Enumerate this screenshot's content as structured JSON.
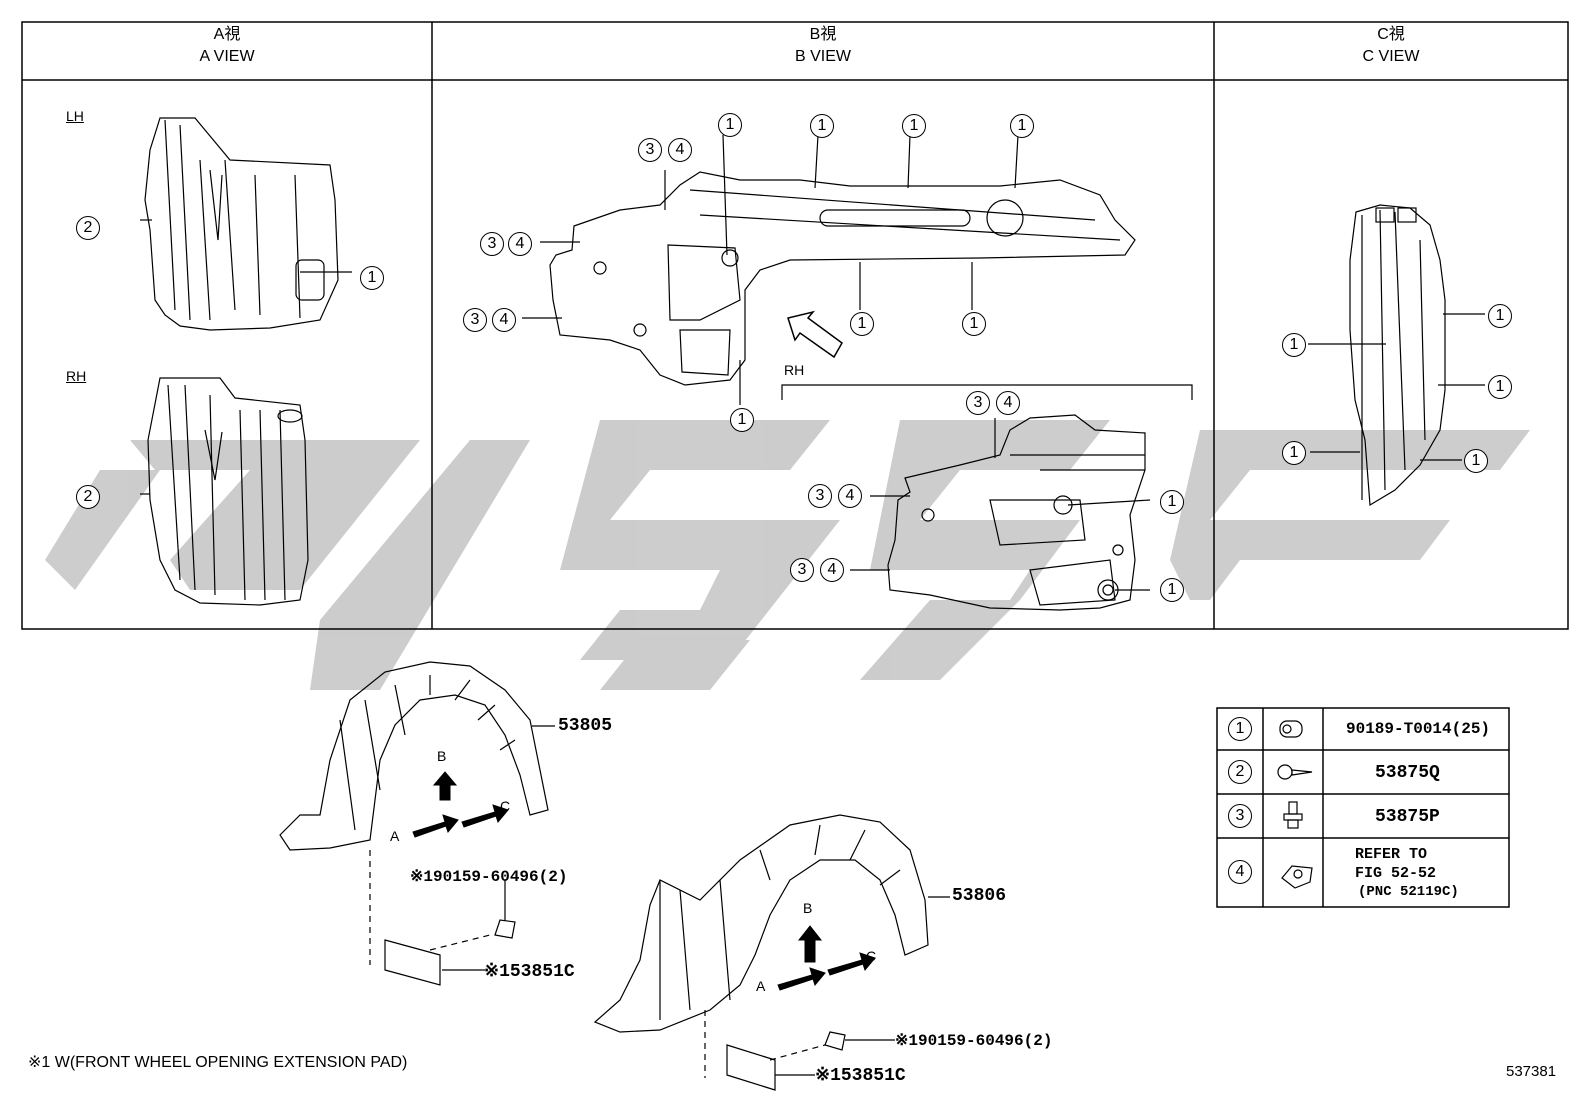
{
  "views": {
    "a": {
      "title_ja": "A視",
      "title_en": "A VIEW",
      "lh": "LH",
      "rh": "RH"
    },
    "b": {
      "title_ja": "B視",
      "title_en": "B VIEW",
      "rh": "RH"
    },
    "c": {
      "title_ja": "C視",
      "title_en": "C VIEW"
    }
  },
  "callouts": {
    "one": "1",
    "two": "2",
    "three": "3",
    "four": "4"
  },
  "parts": {
    "liner_lh": "53805",
    "liner_rh": "53806",
    "bolt_upper": "※190159-60496(2)",
    "pad_upper": "※153851C",
    "bolt_lower": "※190159-60496(2)",
    "pad_lower": "※153851C"
  },
  "directions": {
    "a": "A",
    "b": "B",
    "c": "C"
  },
  "legend": {
    "rows": [
      {
        "num": "1",
        "icon": "clip-icon",
        "part": "90189-T0014(25)"
      },
      {
        "num": "2",
        "icon": "screw-icon",
        "part": "53875Q"
      },
      {
        "num": "3",
        "icon": "bolt-icon",
        "part": "53875P"
      },
      {
        "num": "4",
        "icon": "nut-icon",
        "part_lines": [
          "REFER TO",
          "FIG 52-52",
          "(PNC 52119C)"
        ]
      }
    ]
  },
  "footnote": "※1 W(FRONT WHEEL OPENING EXTENSION PAD)",
  "doc_number": "537381",
  "watermark_color": "#b9b9b9"
}
